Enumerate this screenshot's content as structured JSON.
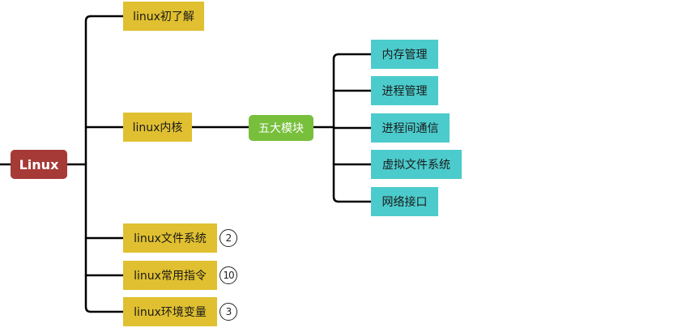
{
  "root": {
    "label": "Linux"
  },
  "branches": [
    {
      "label": "linux初了解"
    },
    {
      "label": "linux内核"
    },
    {
      "label": "linux文件系统",
      "collapsed_count": "2"
    },
    {
      "label": "linux常用指令",
      "collapsed_count": "10"
    },
    {
      "label": "linux环境变量",
      "collapsed_count": "3"
    }
  ],
  "kernel": {
    "module": {
      "label": "五大模块"
    },
    "items": [
      {
        "label": "内存管理"
      },
      {
        "label": "进程管理"
      },
      {
        "label": "进程间通信"
      },
      {
        "label": "虚拟文件系统"
      },
      {
        "label": "网络接口"
      }
    ]
  },
  "colors": {
    "root": "#a63a36",
    "branch": "#e0c030",
    "module": "#78bf3c",
    "leaf": "#4ccbcc",
    "line": "#000000"
  }
}
